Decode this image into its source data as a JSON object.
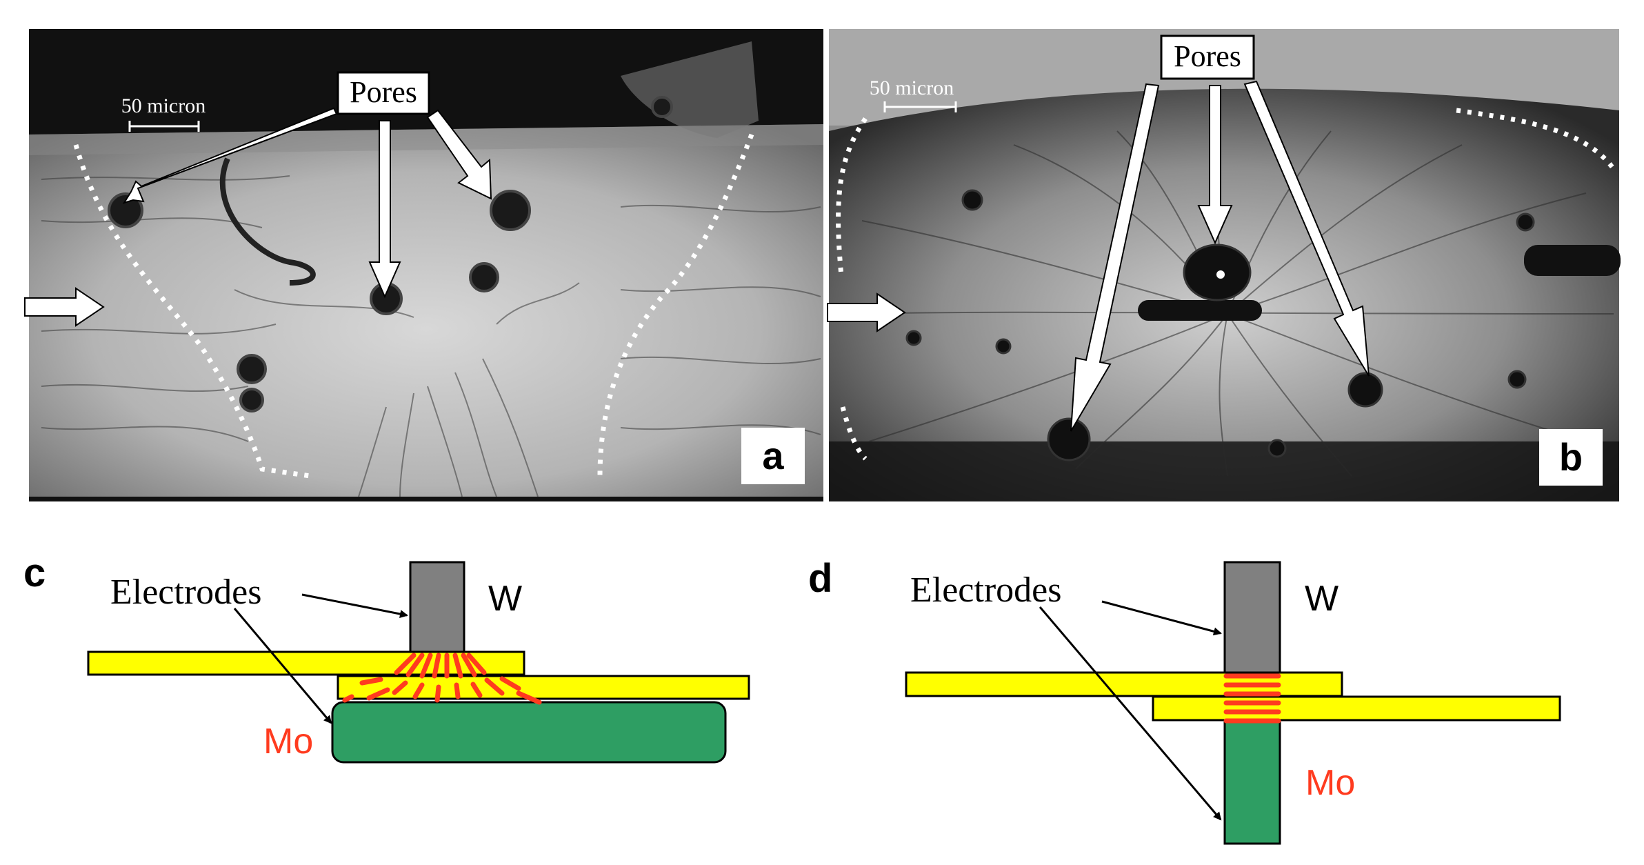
{
  "panels": {
    "a": {
      "letter": "a",
      "scale_label": "50 micron",
      "pores_label": "Pores"
    },
    "b": {
      "letter": "b",
      "scale_label": "50 micron",
      "pores_label": "Pores"
    },
    "c": {
      "letter": "c",
      "electrodes_label": "Electrodes",
      "top_electrode_label": "W",
      "bottom_electrode_label": "Mo"
    },
    "d": {
      "letter": "d",
      "electrodes_label": "Electrodes",
      "top_electrode_label": "W",
      "bottom_electrode_label": "Mo"
    }
  },
  "colors": {
    "sheet_yellow": "#ffff00",
    "electrode_grey": "#808080",
    "electrode_green": "#2e9e63",
    "weld_red": "#ff3b1f",
    "mo_label": "#ff3b1f"
  }
}
